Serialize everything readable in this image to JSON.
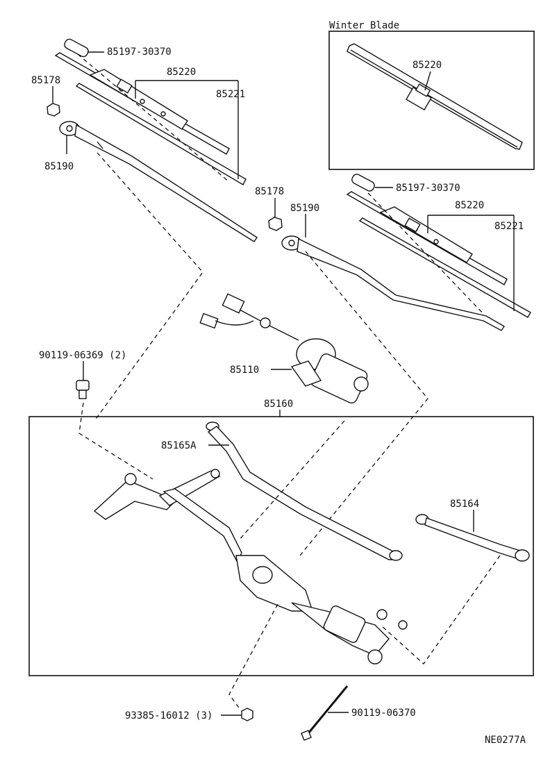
{
  "winter_box": {
    "title": "Winter Blade",
    "blade_label": "85220"
  },
  "left_assembly": {
    "cap": "85197-30370",
    "blade": "85220",
    "rubber": "85221",
    "nut": "85178",
    "arm": "85190"
  },
  "right_assembly": {
    "nut": "85178",
    "arm": "85190",
    "cap": "85197-30370",
    "blade": "85220",
    "rubber": "85221"
  },
  "motor": {
    "label": "85110"
  },
  "bolt_upper": {
    "label": "90119-06369",
    "qty": "(2)"
  },
  "link_assembly": {
    "label": "85160",
    "rod_a": "85165A",
    "rod_b": "85164"
  },
  "bottom": {
    "nut": "93385-16012",
    "nut_qty": "(3)",
    "bolt": "90119-06370"
  },
  "figure_code": "NE0277A"
}
